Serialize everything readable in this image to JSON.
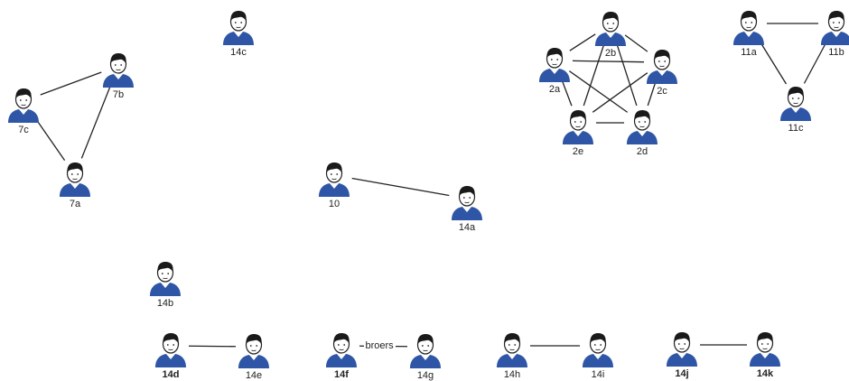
{
  "colors": {
    "shirt": "#2f56a6",
    "hair": "#1a1a1a",
    "skin": "#ffffff",
    "outline": "#222222",
    "edge": "#222222"
  },
  "person_icon": "person-avatar-icon",
  "nodes": [
    {
      "id": "7a",
      "label": "7a",
      "bold": false
    },
    {
      "id": "7b",
      "label": "7b",
      "bold": false
    },
    {
      "id": "7c",
      "label": "7c",
      "bold": false
    },
    {
      "id": "14c",
      "label": "14c",
      "bold": false
    },
    {
      "id": "10",
      "label": "10",
      "bold": false
    },
    {
      "id": "14a",
      "label": "14a",
      "bold": false
    },
    {
      "id": "2a",
      "label": "2a",
      "bold": false
    },
    {
      "id": "2b",
      "label": "2b",
      "bold": false
    },
    {
      "id": "2c",
      "label": "2c",
      "bold": false
    },
    {
      "id": "2d",
      "label": "2d",
      "bold": false
    },
    {
      "id": "2e",
      "label": "2e",
      "bold": false
    },
    {
      "id": "11a",
      "label": "11a",
      "bold": false
    },
    {
      "id": "11b",
      "label": "11b",
      "bold": false
    },
    {
      "id": "11c",
      "label": "11c",
      "bold": false
    },
    {
      "id": "14b",
      "label": "14b",
      "bold": false
    },
    {
      "id": "14d",
      "label": "14d",
      "bold": true
    },
    {
      "id": "14e",
      "label": "14e",
      "bold": false
    },
    {
      "id": "14f",
      "label": "14f",
      "bold": true
    },
    {
      "id": "14g",
      "label": "14g",
      "bold": false
    },
    {
      "id": "14h",
      "label": "14h",
      "bold": false
    },
    {
      "id": "14i",
      "label": "14i",
      "bold": false
    },
    {
      "id": "14j",
      "label": "14j",
      "bold": true
    },
    {
      "id": "14k",
      "label": "14k",
      "bold": true
    }
  ],
  "edges": [
    {
      "from": "7c",
      "to": "7b"
    },
    {
      "from": "7c",
      "to": "7a"
    },
    {
      "from": "7b",
      "to": "7a"
    },
    {
      "from": "10",
      "to": "14a"
    },
    {
      "from": "2a",
      "to": "2b"
    },
    {
      "from": "2a",
      "to": "2c"
    },
    {
      "from": "2a",
      "to": "2d"
    },
    {
      "from": "2a",
      "to": "2e"
    },
    {
      "from": "2b",
      "to": "2c"
    },
    {
      "from": "2b",
      "to": "2d"
    },
    {
      "from": "2b",
      "to": "2e"
    },
    {
      "from": "2c",
      "to": "2d"
    },
    {
      "from": "2c",
      "to": "2e"
    },
    {
      "from": "2d",
      "to": "2e"
    },
    {
      "from": "11a",
      "to": "11b"
    },
    {
      "from": "11a",
      "to": "11c"
    },
    {
      "from": "11b",
      "to": "11c"
    },
    {
      "from": "14d",
      "to": "14e"
    },
    {
      "from": "14f",
      "to": "14g",
      "label": "broers"
    },
    {
      "from": "14h",
      "to": "14i"
    },
    {
      "from": "14j",
      "to": "14k"
    }
  ]
}
